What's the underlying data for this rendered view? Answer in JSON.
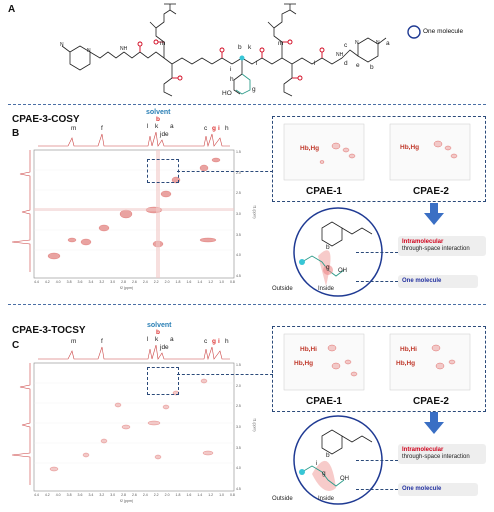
{
  "panel_a": {
    "letter": "A",
    "legend": "One molecule",
    "atom_labels": [
      "m",
      "b",
      "k",
      "l",
      "m",
      "l",
      "c",
      "a",
      "i",
      "h",
      "g",
      "d",
      "e",
      "b"
    ],
    "oh_label": "HO"
  },
  "panel_b": {
    "letter": "B",
    "title": "CPAE-3-COSY",
    "solvent": "solvent",
    "peak_top": "b",
    "peak_labels": {
      "m": "m",
      "f": "f",
      "l": "l",
      "k": "k",
      "a": "a",
      "jde": "jde",
      "c": "c",
      "g": "g",
      "i": "i",
      "h": "h"
    },
    "insets": [
      {
        "name": "CPAE-1",
        "cross": "Hb,Hg"
      },
      {
        "name": "CPAE-2",
        "cross": "Hb,Hg"
      }
    ],
    "callout_red": "Intramolecular",
    "callout_text": "through-space interaction",
    "callout_one": "One molecule",
    "outside": "Outside",
    "inside": "Inside",
    "mol_labels": {
      "b": "b",
      "g": "g",
      "oh": "OH"
    }
  },
  "panel_c": {
    "letter": "C",
    "title": "CPAE-3-TOCSY",
    "solvent": "solvent",
    "peak_top": "b",
    "peak_labels": {
      "m": "m",
      "f": "f",
      "l": "l",
      "k": "k",
      "a": "a",
      "jde": "jde",
      "c": "c",
      "g": "g",
      "i": "i",
      "h": "h"
    },
    "insets": [
      {
        "name": "CPAE-1",
        "cross1": "Hb,Hi",
        "cross2": "Hb,Hg"
      },
      {
        "name": "CPAE-2",
        "cross1": "Hb,Hi",
        "cross2": "Hb,Hg"
      }
    ],
    "callout_red": "Intramolecular",
    "callout_text": "through-space interaction",
    "callout_one": "One molecule",
    "outside": "Outside",
    "inside": "Inside",
    "mol_labels": {
      "b": "b",
      "g": "g",
      "i": "i",
      "oh": "OH"
    }
  },
  "axis": {
    "x_ticks": [
      "4.4",
      "4.2",
      "4.0",
      "3.8",
      "3.6",
      "3.4",
      "3.2",
      "3.0",
      "2.8",
      "2.6",
      "2.4",
      "2.2",
      "2.0",
      "1.8",
      "1.6",
      "1.4",
      "1.2",
      "1.0",
      "0.8"
    ],
    "y_ticks": [
      "1.5",
      "2.0",
      "2.5",
      "3.0",
      "3.5",
      "4.0",
      "4.5"
    ],
    "x_label": "f2 (ppm)",
    "y_label": "f1 (ppm)"
  },
  "colors": {
    "peak": "#d9534f",
    "teal": "#2e9c8a",
    "navy": "#1f3a93",
    "arrow": "#3a6fc4",
    "cyan": "#37c6d6",
    "red": "#d0021b"
  }
}
